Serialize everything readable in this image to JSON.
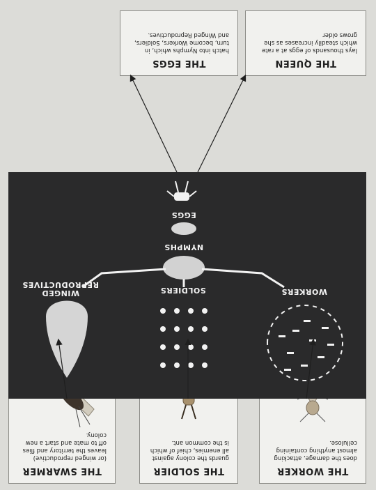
{
  "cards": {
    "queen": {
      "title": "THE QUEEN",
      "text": "lays thousands of eggs at a rate which steadily increases as she grows older"
    },
    "eggs": {
      "title": "THE EGGS",
      "text": "hatch into Nymphs which, in turn, become Workers, Soldiers, and Winged Reproductives."
    },
    "worker": {
      "title": "THE WORKER",
      "text": "does the damage, attacking almost anything containing cellulose."
    },
    "soldier": {
      "title": "THE SOLDIER",
      "text": "guards the colony against all enemies, chief of which is the common ant."
    },
    "swarmer": {
      "title": "THE SWARMER",
      "text": "(or winged reproductive) leaves the territory and flies off to mate and start a new colony."
    }
  },
  "panel": {
    "eggs_label": "EGGS",
    "nymphs_label": "NYMPHS",
    "workers_label": "WORKERS",
    "soldiers_label": "SOLDIERS",
    "winged_label_line1": "WINGED",
    "winged_label_line2": "REPRODUCTIVES"
  },
  "colors": {
    "panel": "#2a2a2b",
    "card": "#f1f1ee",
    "ink": "#1f1f1f"
  }
}
